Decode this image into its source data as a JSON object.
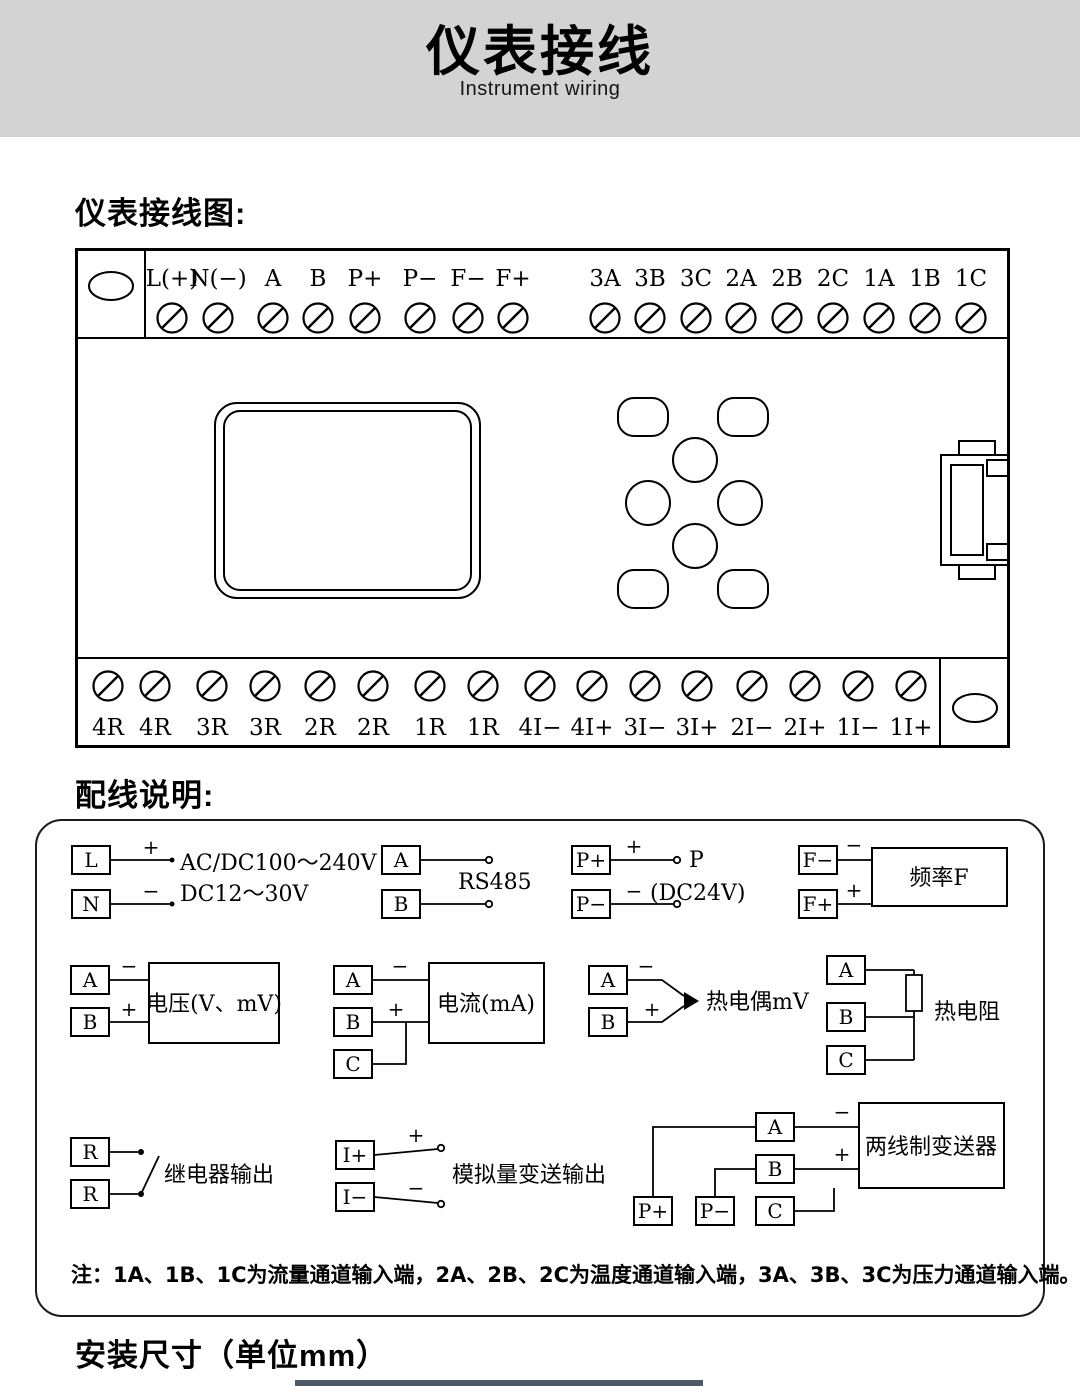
{
  "header": {
    "title": "仪表接线",
    "subtitle": "Instrument wiring"
  },
  "section_titles": {
    "wiring_diagram": "仪表接线图:",
    "wiring_notes": "配线说明:",
    "installation": "安装尺寸（单位mm）"
  },
  "colors": {
    "banner_bg": "#d3d3d3",
    "ink": "#000000"
  },
  "signs": {
    "plus": "+",
    "minus": "−"
  },
  "diagram": {
    "top_terminals": [
      "L(+)",
      "N(−)",
      "A",
      "B",
      "P+",
      "P−",
      "F−",
      "F+",
      "3A",
      "3B",
      "3C",
      "2A",
      "2B",
      "2C",
      "1A",
      "1B",
      "1C"
    ],
    "bottom_terminals": [
      "4R",
      "4R",
      "3R",
      "3R",
      "2R",
      "2R",
      "1R",
      "1R",
      "4I−",
      "4I+",
      "3I−",
      "3I+",
      "2I−",
      "2I+",
      "1I−",
      "1I+"
    ]
  },
  "legend": {
    "power": {
      "t1": "L",
      "t2": "N",
      "line1": "AC/DC100～240V",
      "line2": "DC12～30V"
    },
    "rs485": {
      "t1": "A",
      "t2": "B",
      "label": "RS485"
    },
    "p24": {
      "t1": "P+",
      "t2": "P−",
      "line1": "P",
      "line2": "(DC24V)"
    },
    "frequency": {
      "t1": "F−",
      "t2": "F+",
      "label": "频率F"
    },
    "voltage": {
      "t1": "A",
      "t2": "B",
      "label": "电压(V、mV)"
    },
    "current": {
      "t1": "A",
      "t2": "B",
      "t3": "C",
      "label": "电流(mA)"
    },
    "thermocouple": {
      "t1": "A",
      "t2": "B",
      "label": "热电偶mV"
    },
    "rtd": {
      "t1": "A",
      "t2": "B",
      "t3": "C",
      "label": "热电阻"
    },
    "relay": {
      "t1": "R",
      "t2": "R",
      "label": "继电器输出"
    },
    "analog_out": {
      "t1": "I+",
      "t2": "I−",
      "label": "模拟量变送输出"
    },
    "transmitter": {
      "t1": "A",
      "t2": "B",
      "t3": "C",
      "t4": "P+",
      "t5": "P−",
      "label": "两线制变送器"
    },
    "note": "注：1A、1B、1C为流量通道输入端，2A、2B、2C为温度通道输入端，3A、3B、3C为压力通道输入端。"
  }
}
